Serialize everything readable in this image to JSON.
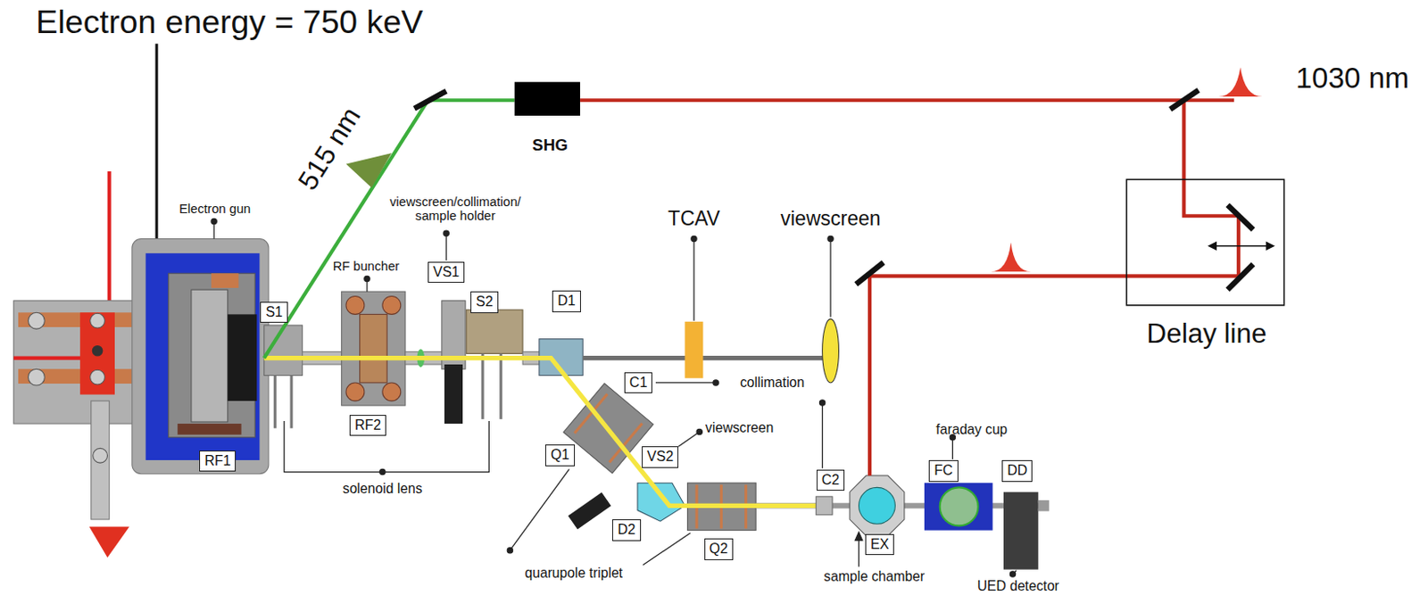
{
  "diagram": {
    "nodes": [
      {
        "text": [
          "S1"
        ]
      },
      {
        "text": [
          "RF2"
        ]
      },
      {
        "text": [
          "VS1"
        ]
      },
      {
        "text": [
          "S2"
        ]
      },
      {
        "text": [
          "D1"
        ]
      },
      {
        "text": [
          "RF1"
        ]
      },
      {
        "text": [
          "C1"
        ]
      },
      {
        "text": [
          "Q1"
        ]
      },
      {
        "text": [
          "VS2"
        ]
      },
      {
        "text": [
          "D2"
        ]
      },
      {
        "text": [
          "Q2"
        ]
      },
      {
        "text": [
          "C2"
        ]
      },
      {
        "text": [
          "EX"
        ]
      },
      {
        "text": [
          "FC"
        ]
      },
      {
        "text": [
          "DD"
        ]
      }
    ],
    "labels": [
      "Electron energy = 750 keV",
      "515 nm",
      "SHG",
      "1030 nm",
      "Delay line",
      "Electron gun",
      "RF buncher",
      "viewscreen/collimation/ sample holder",
      "TCAV",
      "viewscreen",
      "collimation",
      "viewscreen",
      "faraday cup",
      "solenoid lens",
      "quarupole triplet",
      "sample chamber",
      "UED detector"
    ]
  }
}
